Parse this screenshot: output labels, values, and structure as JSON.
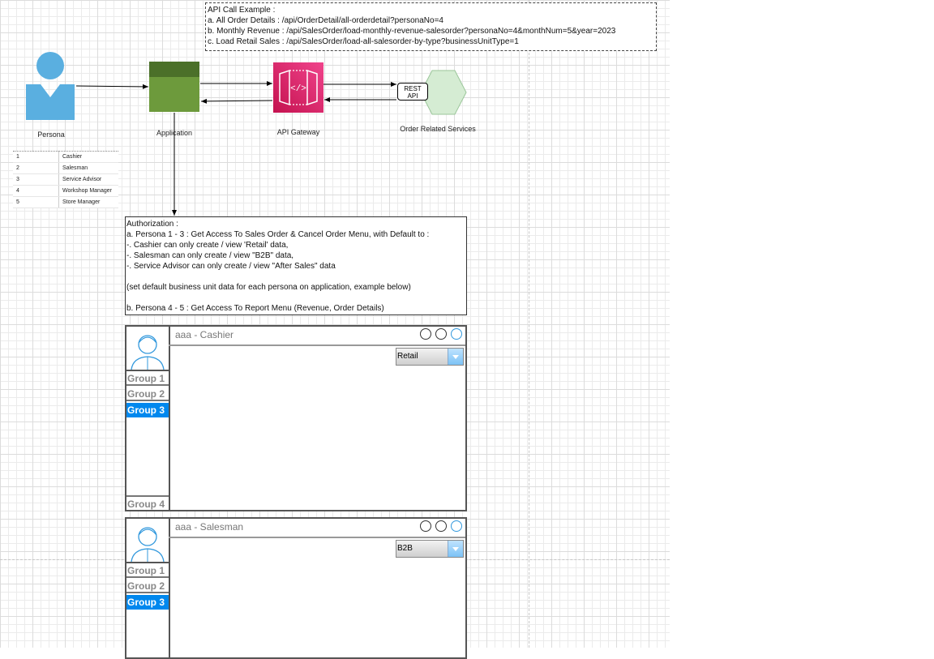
{
  "api_note": {
    "lines": [
      "API Call Example :",
      "a. All Order Details : /api/OrderDetail/all-orderdetail?personaNo=4",
      "b. Monthly Revenue : /api/SalesOrder/load-monthly-revenue-salesorder?personaNo=4&monthNum=5&year=2023",
      "c. Load Retail Sales : /api/SalesOrder/load-all-salesorder-by-type?businessUnitType=1"
    ]
  },
  "nodes": {
    "persona": {
      "label": "Persona",
      "color": "#5aafe0"
    },
    "application": {
      "label": "Application",
      "color": "#6d9a3c"
    },
    "api_gateway": {
      "label": "API Gateway",
      "color": "#e21e72"
    },
    "rest_api": {
      "label": "REST\nAPI"
    },
    "order_services": {
      "label": "Order Related Services",
      "color": "#d5ecd3"
    }
  },
  "persona_table": [
    {
      "no": "1",
      "name": "Cashier"
    },
    {
      "no": "2",
      "name": "Salesman"
    },
    {
      "no": "3",
      "name": "Service Advisor"
    },
    {
      "no": "4",
      "name": "Workshop Manager"
    },
    {
      "no": "5",
      "name": "Store Manager"
    }
  ],
  "authorization": {
    "lines": [
      "Authorization :",
      "a. Persona 1 - 3 : Get Access To Sales Order & Cancel Order Menu, with Default to :",
      "-. Cashier can only create / view 'Retail'  data,",
      "-. Salesman can only create / view \"B2B\" data,",
      "-. Service Advisor can only create / view \"After Sales\" data",
      "",
      "(set default business unit data for each persona on application, example below)",
      "",
      "b. Persona 4 - 5 : Get Access To Report Menu (Revenue, Order Details)"
    ]
  },
  "mockups": [
    {
      "title": "aaa - Cashier",
      "dropdown": "Retail",
      "groups": [
        "Group 1",
        "Group 2",
        "Group 3"
      ],
      "bottom_group": "Group 4",
      "selected_group": "Group 3"
    },
    {
      "title": "aaa - Salesman",
      "dropdown": "B2B",
      "groups": [
        "Group 1",
        "Group 2",
        "Group 3"
      ],
      "selected_group": "Group 3"
    }
  ],
  "colors": {
    "accent": "#0088ee",
    "grid": "#ebebeb"
  }
}
